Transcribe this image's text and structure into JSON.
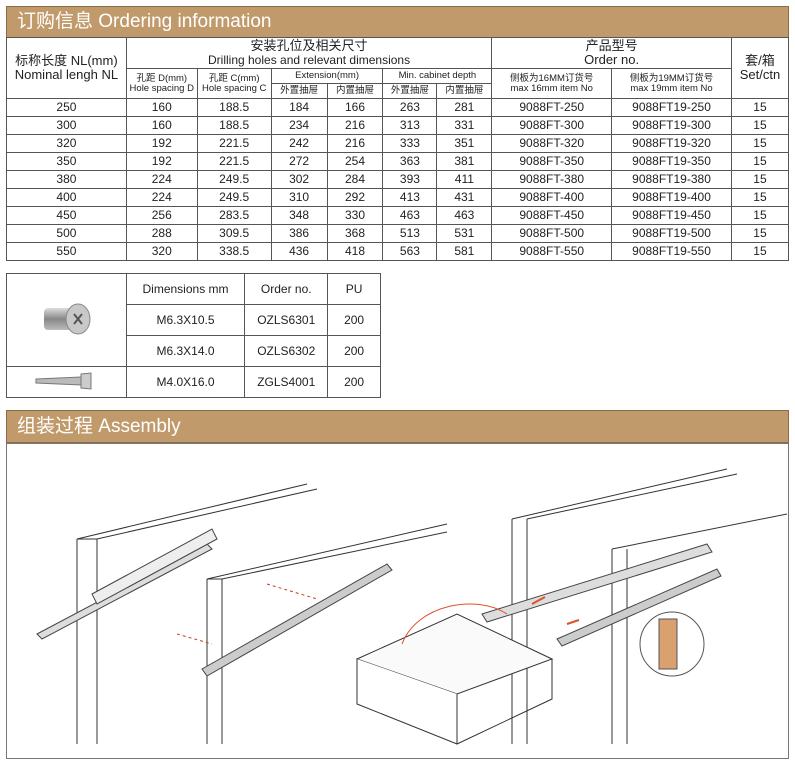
{
  "ordering": {
    "title": "订购信息 Ordering information",
    "headers": {
      "nominal_cn": "标称长度 NL(mm)",
      "nominal_en": "Nominal lengh NL",
      "drilling_cn": "安装孔位及相关尺寸",
      "drilling_en": "Drilling holes and relevant dimensions",
      "hole_d_cn": "孔距 D(mm)",
      "hole_d_en": "Hole spacing D",
      "hole_c_cn": "孔距 C(mm)",
      "hole_c_en": "Hole spacing C",
      "extension": "Extension(mm)",
      "min_depth": "Min. cabinet depth",
      "external": "外置抽屉",
      "internal": "内置抽屉",
      "order_cn": "产品型号",
      "order_en": "Order  no.",
      "max16_cn": "侧板为16MM订货号",
      "max16_en": "max 16mm item No",
      "max19_cn": "侧板为19MM订货号",
      "max19_en": "max 19mm item No",
      "set_cn": "套/箱",
      "set_en": "Set/ctn"
    },
    "rows": [
      [
        "250",
        "160",
        "188.5",
        "184",
        "166",
        "263",
        "281",
        "9088FT-250",
        "9088FT19-250",
        "15"
      ],
      [
        "300",
        "160",
        "188.5",
        "234",
        "216",
        "313",
        "331",
        "9088FT-300",
        "9088FT19-300",
        "15"
      ],
      [
        "320",
        "192",
        "221.5",
        "242",
        "216",
        "333",
        "351",
        "9088FT-320",
        "9088FT19-320",
        "15"
      ],
      [
        "350",
        "192",
        "221.5",
        "272",
        "254",
        "363",
        "381",
        "9088FT-350",
        "9088FT19-350",
        "15"
      ],
      [
        "380",
        "224",
        "249.5",
        "302",
        "284",
        "393",
        "411",
        "9088FT-380",
        "9088FT19-380",
        "15"
      ],
      [
        "400",
        "224",
        "249.5",
        "310",
        "292",
        "413",
        "431",
        "9088FT-400",
        "9088FT19-400",
        "15"
      ],
      [
        "450",
        "256",
        "283.5",
        "348",
        "330",
        "463",
        "463",
        "9088FT-450",
        "9088FT19-450",
        "15"
      ],
      [
        "500",
        "288",
        "309.5",
        "386",
        "368",
        "513",
        "531",
        "9088FT-500",
        "9088FT19-500",
        "15"
      ],
      [
        "550",
        "320",
        "338.5",
        "436",
        "418",
        "563",
        "581",
        "9088FT-550",
        "9088FT19-550",
        "15"
      ]
    ]
  },
  "screws": {
    "headers": [
      "Dimensions mm",
      "Order  no.",
      "PU"
    ],
    "rows": [
      [
        "M6.3X10.5",
        "OZLS6301",
        "200"
      ],
      [
        "M6.3X14.0",
        "OZLS6302",
        "200"
      ],
      [
        "M4.0X16.0",
        "ZGLS4001",
        "200"
      ]
    ]
  },
  "assembly": {
    "title": "组装过程   Assembly"
  },
  "colors": {
    "accent": "#c19a6b",
    "arrow": "#e0502a"
  }
}
